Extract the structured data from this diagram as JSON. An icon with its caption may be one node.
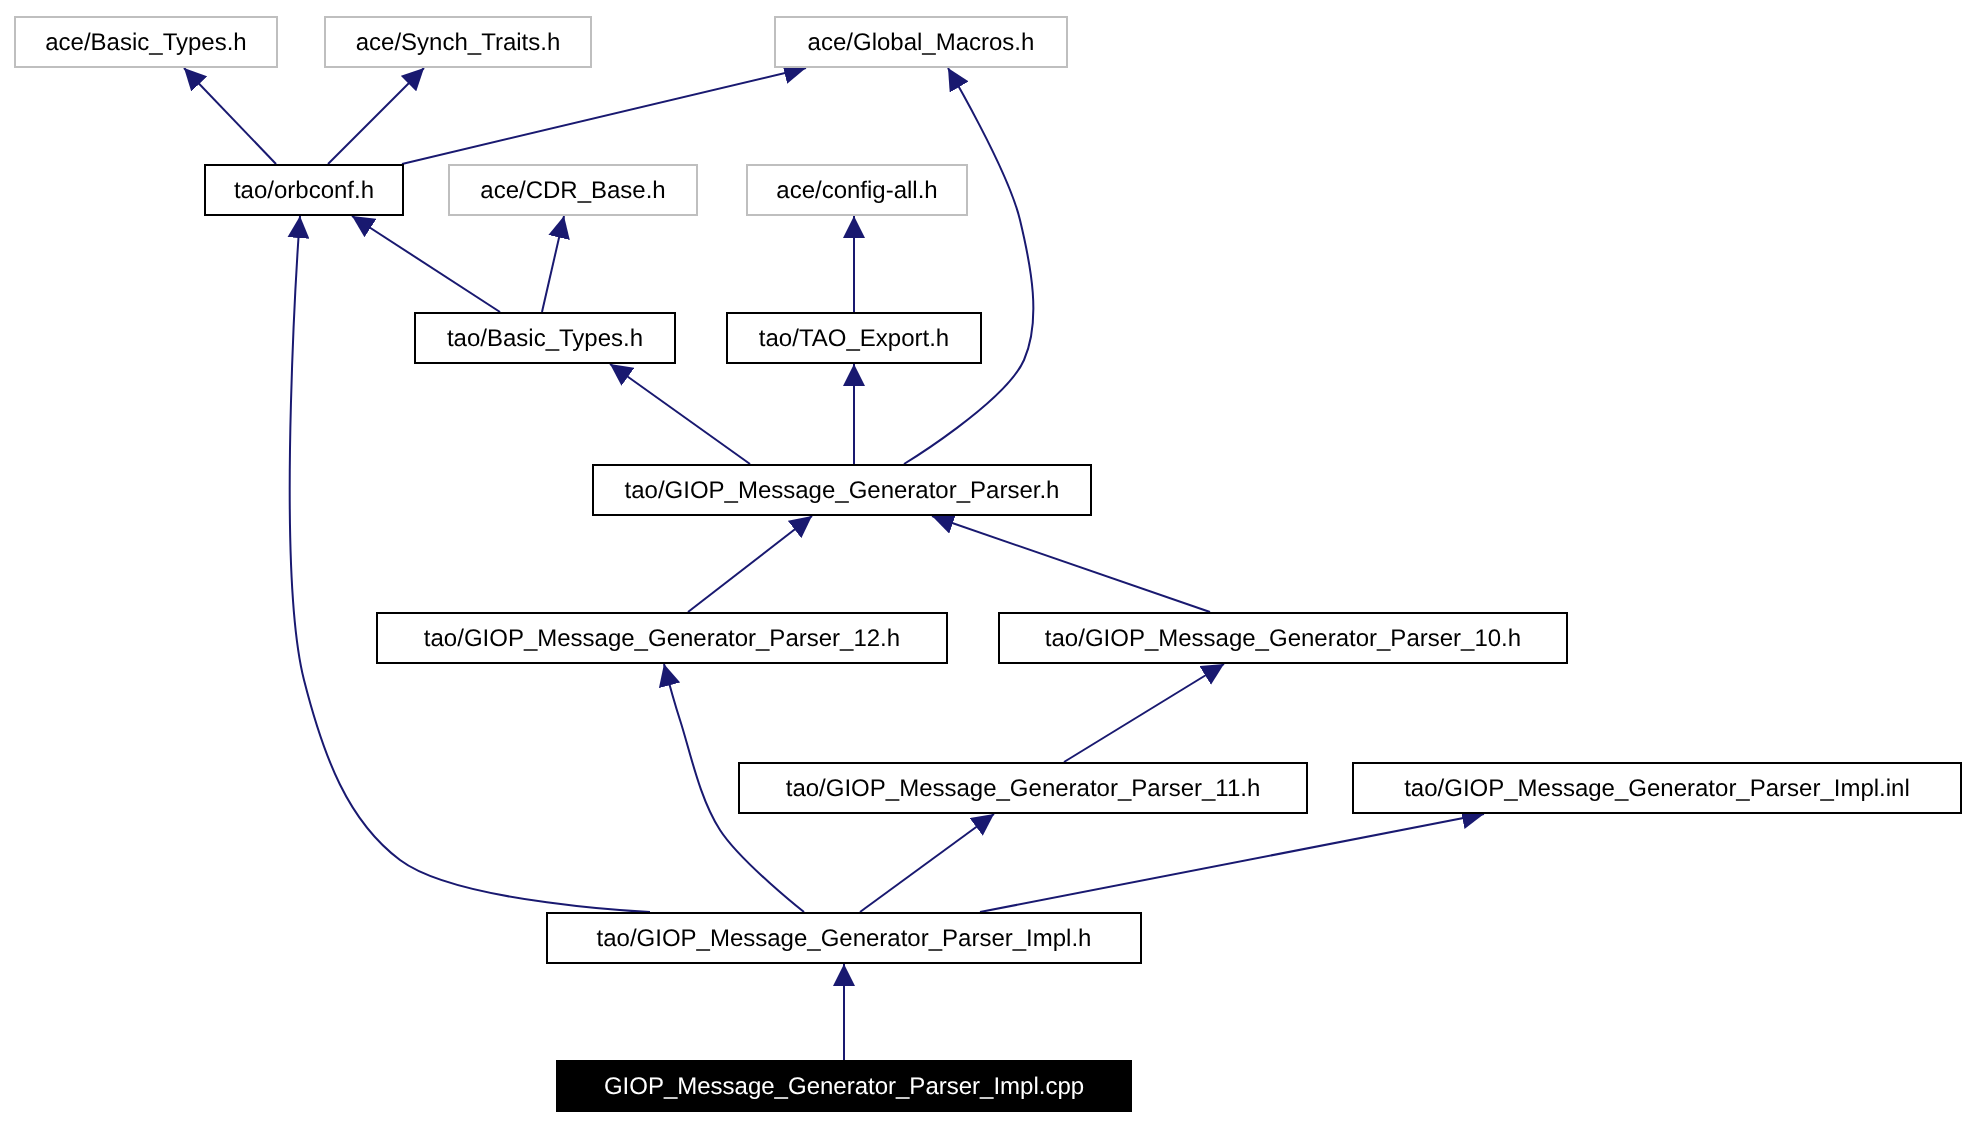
{
  "diagram": {
    "nodes": [
      {
        "text": [
          "ace/Basic_Types.h"
        ]
      },
      {
        "text": [
          "ace/Synch_Traits.h"
        ]
      },
      {
        "text": [
          "ace/Global_Macros.h"
        ]
      },
      {
        "text": [
          "tao/orbconf.h"
        ]
      },
      {
        "text": [
          "ace/CDR_Base.h"
        ]
      },
      {
        "text": [
          "ace/config-all.h"
        ]
      },
      {
        "text": [
          "tao/Basic_Types.h"
        ]
      },
      {
        "text": [
          "tao/TAO_Export.h"
        ]
      },
      {
        "text": [
          "tao/GIOP_Message_Generator_Parser.h"
        ]
      },
      {
        "text": [
          "tao/GIOP_Message_Generator_Parser_12.h"
        ]
      },
      {
        "text": [
          "tao/GIOP_Message_Generator_Parser_10.h"
        ]
      },
      {
        "text": [
          "tao/GIOP_Message_Generator_Parser_11.h"
        ]
      },
      {
        "text": [
          "tao/GIOP_Message_Generator_Parser_Impl.inl"
        ]
      },
      {
        "text": [
          "tao/GIOP_Message_Generator_Parser_Impl.h"
        ]
      },
      {
        "text": [
          "GIOP_Message_Generator_Parser_Impl.cpp"
        ]
      }
    ],
    "edges": [
      {
        "from": 3,
        "to": 0,
        "arrow": "to"
      },
      {
        "from": 3,
        "to": 1,
        "arrow": "to"
      },
      {
        "from": 3,
        "to": 2,
        "arrow": "to"
      },
      {
        "from": 6,
        "to": 3,
        "arrow": "to"
      },
      {
        "from": 6,
        "to": 4,
        "arrow": "to"
      },
      {
        "from": 7,
        "to": 5,
        "arrow": "to"
      },
      {
        "from": 8,
        "to": 6,
        "arrow": "to"
      },
      {
        "from": 8,
        "to": 7,
        "arrow": "to"
      },
      {
        "from": 8,
        "to": 2,
        "arrow": "to"
      },
      {
        "from": 9,
        "to": 8,
        "arrow": "to"
      },
      {
        "from": 10,
        "to": 8,
        "arrow": "to"
      },
      {
        "from": 11,
        "to": 10,
        "arrow": "to"
      },
      {
        "from": 13,
        "to": 3,
        "arrow": "to"
      },
      {
        "from": 13,
        "to": 9,
        "arrow": "to"
      },
      {
        "from": 13,
        "to": 11,
        "arrow": "to"
      },
      {
        "from": 13,
        "to": 12,
        "arrow": "to"
      },
      {
        "from": 14,
        "to": 13,
        "arrow": "to"
      }
    ]
  }
}
